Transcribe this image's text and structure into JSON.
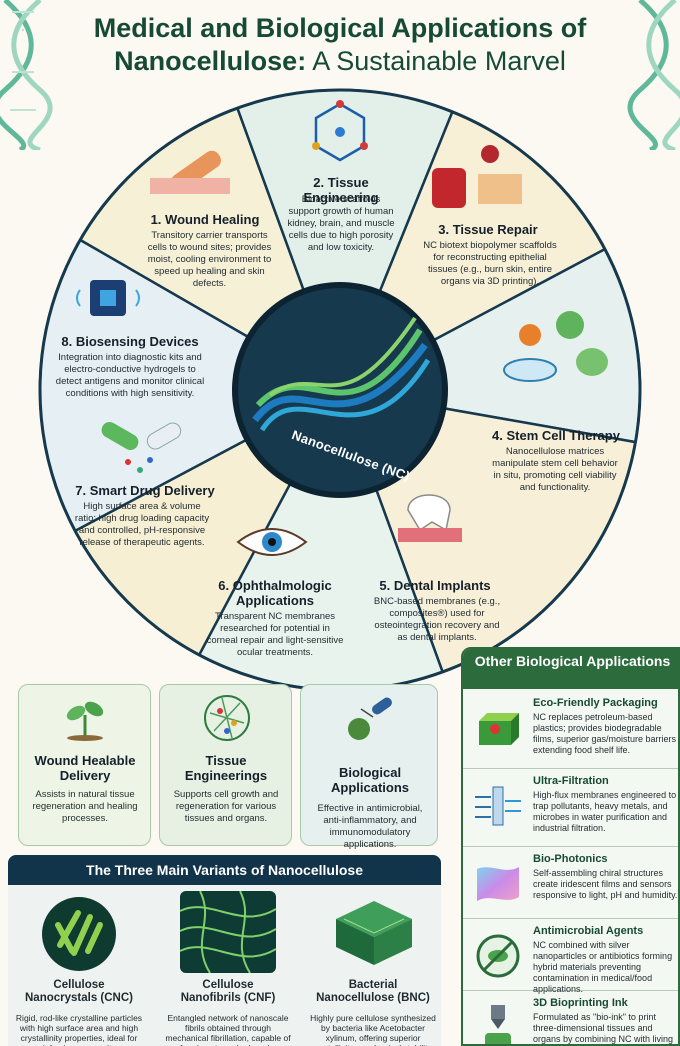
{
  "title": {
    "line1": "Medical and Biological Applications of",
    "line2_bold": "Nanocellulose:",
    "line2_rest": " A Sustainable Marvel"
  },
  "wheel": {
    "center_label": "Nanocellulose (NC)",
    "segments": [
      {
        "title": "1. Wound Healing",
        "body": "Transitory carrier transports cells to wound sites; provides moist, cooling environment to speed up healing and skin defects."
      },
      {
        "title": "2. Tissue Engineering",
        "body": "Bioactive scaffolds support growth of human kidney, brain, and muscle cells due to high porosity and low toxicity."
      },
      {
        "title": "3. Tissue Repair",
        "body": "NC biotext biopolymer scaffolds for reconstructing epithelial tissues (e.g., burn skin, entire organs via 3D printing)."
      },
      {
        "title": "4. Stem Cell Therapy",
        "body": "Nanocellulose matrices manipulate stem cell behavior in situ, promoting cell viability and functionality."
      },
      {
        "title": "5. Dental Implants",
        "body": "BNC-based membranes (e.g., composites®) used for osteointegration recovery and as dental implants."
      },
      {
        "title": "6. Ophthalmologic Applications",
        "body": "Transparent NC membranes researched for potential in corneal repair and light-sensitive ocular treatments."
      },
      {
        "title": "7. Smart Drug Delivery",
        "body": "High surface area & volume ratio; high drug loading capacity and controlled, pH-responsive release of therapeutic agents."
      },
      {
        "title": "8. Biosensing Devices",
        "body": "Integration into diagnostic kits and electro-conductive hydrogels to detect antigens and monitor clinical conditions with high sensitivity."
      }
    ]
  },
  "cards": [
    {
      "title": "Wound Healable Delivery",
      "body": "Assists in natural tissue regeneration and healing processes."
    },
    {
      "title": "Tissue Engineerings",
      "body": "Supports cell growth and regeneration for various tissues and organs."
    },
    {
      "title": "Biological Applications",
      "body": "Effective in antimicrobial, anti-inflammatory, and immunomodulatory applications."
    }
  ],
  "variants": {
    "heading": "The Three Main Variants of Nanocellulose",
    "items": [
      {
        "title": "Cellulose Nanocrystals (CNC)",
        "body": "Rigid, rod-like crystalline particles with high surface area and high crystallinity properties, ideal for reinforcing composites."
      },
      {
        "title": "Cellulose Nanofibrils (CNF)",
        "body": "Entangled network of nanoscale fibrils obtained through mechanical fibrillation, capable of forming strong hydrogels."
      },
      {
        "title": "Bacterial Nanocellulose (BNC)",
        "body": "Highly pure cellulose synthesized by bacteria like Acetobacter xylinum, offering superior crystallinity, mechanical stability, and"
      }
    ]
  },
  "other": {
    "heading": "Other Biological Applications",
    "items": [
      {
        "title": "Eco-Friendly Packaging",
        "body": "NC replaces petroleum-based plastics; provides biodegradable films, superior gas/moisture barriers extending food shelf life."
      },
      {
        "title": "Ultra-Filtration",
        "body": "High-flux membranes engineered to trap pollutants, heavy metals, and microbes in water purification and industrial filtration."
      },
      {
        "title": "Bio-Photonics",
        "body": "Self-assembling chiral structures create iridescent films and sensors responsive to light, pH and humidity."
      },
      {
        "title": "Antimicrobial Agents",
        "body": "NC combined with silver nanoparticles or antibiotics forming hybrid materials preventing contamination in medical/food applications."
      },
      {
        "title": "3D Bioprinting Ink",
        "body": "Formulated as \"bio-ink\" to print three-dimensional tissues and organs by combining NC with living"
      }
    ]
  },
  "colors": {
    "title_green": "#174a34",
    "navy": "#12344a",
    "panel_green": "#2b6b3c"
  }
}
